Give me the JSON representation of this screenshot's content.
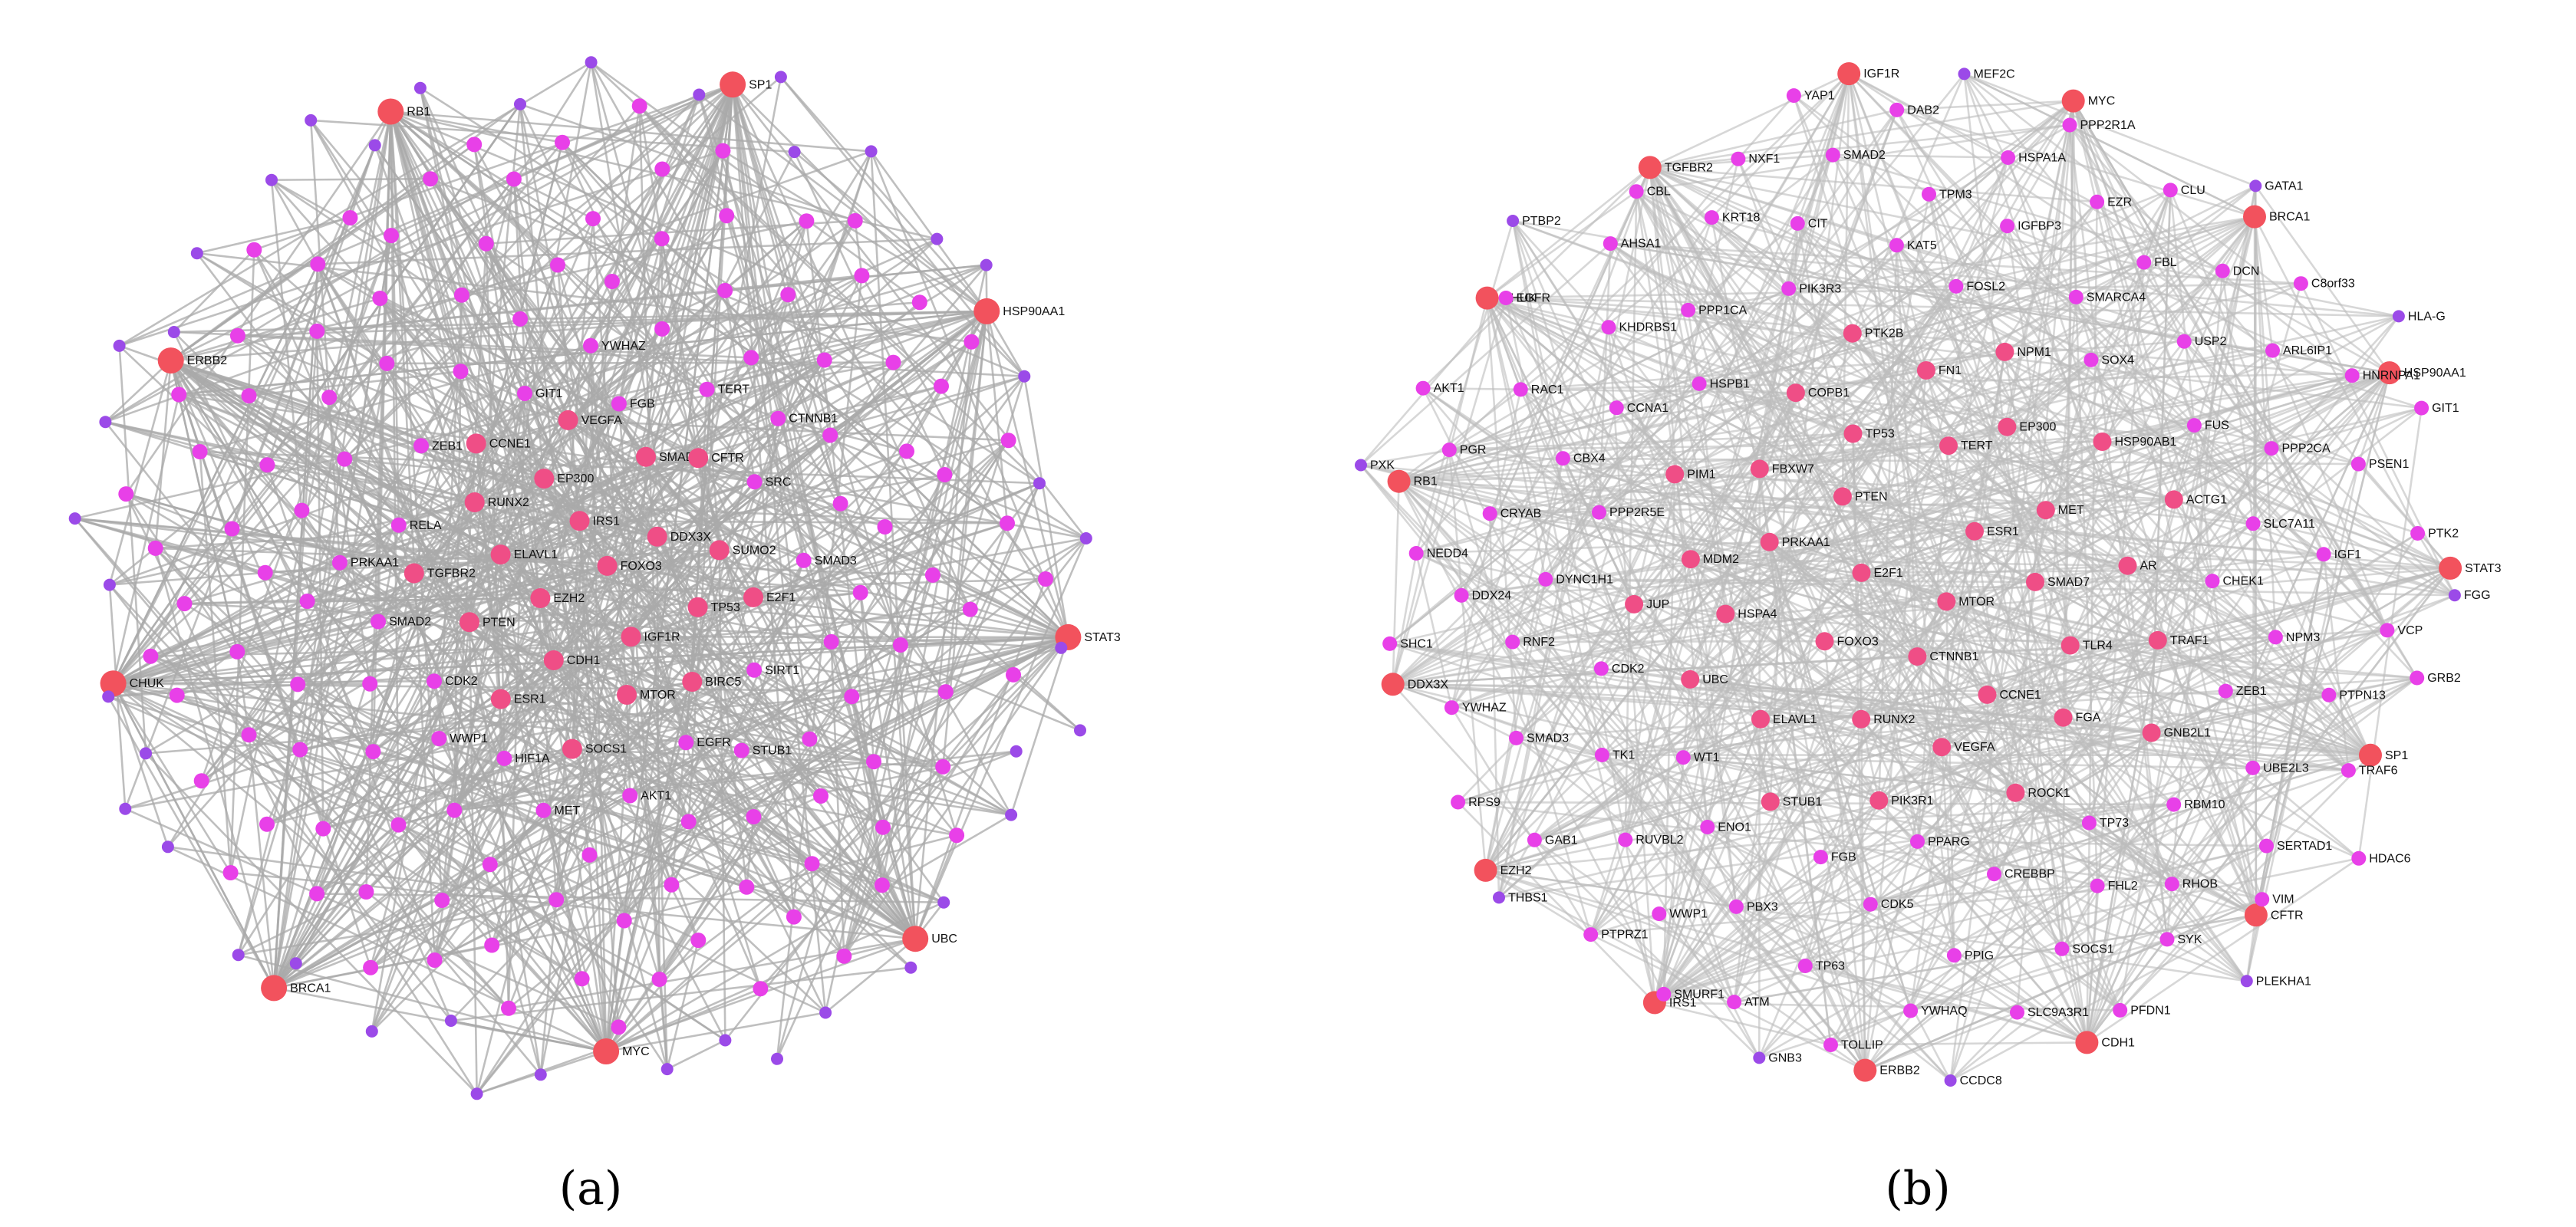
{
  "panels": [
    {
      "caption": "(a)",
      "node_colors": {
        "large": "#f2525d",
        "mid": "#ef4e86",
        "small": "#e840e8",
        "tiny": "#9b4ae8"
      },
      "labeled": [
        {
          "label": "SP1",
          "size": "large"
        },
        {
          "label": "HSP90AA1",
          "size": "large"
        },
        {
          "label": "STAT3",
          "size": "large"
        },
        {
          "label": "UBC",
          "size": "large"
        },
        {
          "label": "MYC",
          "size": "large"
        },
        {
          "label": "BRCA1",
          "size": "large"
        },
        {
          "label": "CHUK",
          "size": "large"
        },
        {
          "label": "ERBB2",
          "size": "large"
        },
        {
          "label": "RB1",
          "size": "large"
        },
        {
          "label": "FOXO3",
          "size": "mid"
        },
        {
          "label": "EZH2",
          "size": "mid"
        },
        {
          "label": "IRS1",
          "size": "mid"
        },
        {
          "label": "IGF1R",
          "size": "mid"
        },
        {
          "label": "ELAVL1",
          "size": "mid"
        },
        {
          "label": "DDX3X",
          "size": "mid"
        },
        {
          "label": "CDH1",
          "size": "mid"
        },
        {
          "label": "EP300",
          "size": "mid"
        },
        {
          "label": "TP53",
          "size": "mid"
        },
        {
          "label": "PTEN",
          "size": "mid"
        },
        {
          "label": "SMAD7",
          "size": "mid"
        },
        {
          "label": "MTOR",
          "size": "mid"
        },
        {
          "label": "RUNX2",
          "size": "mid"
        },
        {
          "label": "SUMO2",
          "size": "mid"
        },
        {
          "label": "ESR1",
          "size": "mid"
        },
        {
          "label": "VEGFA",
          "size": "mid"
        },
        {
          "label": "BIRC5",
          "size": "mid"
        },
        {
          "label": "TGFBR2",
          "size": "mid"
        },
        {
          "label": "CFTR",
          "size": "mid"
        },
        {
          "label": "SOCS1",
          "size": "mid"
        },
        {
          "label": "CCNE1",
          "size": "mid"
        },
        {
          "label": "E2F1",
          "size": "mid"
        },
        {
          "label": "CDK2",
          "size": "small"
        },
        {
          "label": "FGB",
          "size": "small"
        },
        {
          "label": "EGFR",
          "size": "small"
        },
        {
          "label": "RELA",
          "size": "small"
        },
        {
          "label": "SRC",
          "size": "small"
        },
        {
          "label": "HIF1A",
          "size": "small"
        },
        {
          "label": "GIT1",
          "size": "small"
        },
        {
          "label": "SIRT1",
          "size": "small"
        },
        {
          "label": "SMAD2",
          "size": "small"
        },
        {
          "label": "TERT",
          "size": "small"
        },
        {
          "label": "AKT1",
          "size": "small"
        },
        {
          "label": "ZEB1",
          "size": "small"
        },
        {
          "label": "SMAD3",
          "size": "small"
        },
        {
          "label": "WWP1",
          "size": "small"
        },
        {
          "label": "YWHAZ",
          "size": "small"
        },
        {
          "label": "STUB1",
          "size": "small"
        },
        {
          "label": "PRKAA1",
          "size": "small"
        },
        {
          "label": "CTNNB1",
          "size": "small"
        },
        {
          "label": "MET",
          "size": "small"
        }
      ],
      "unlabeled_count": 150
    },
    {
      "caption": "(b)",
      "node_colors": {
        "large": "#f2525d",
        "mid": "#ef4e86",
        "small": "#e840e8",
        "tiny": "#9b4ae8"
      },
      "labeled": [
        {
          "label": "MYC",
          "size": "large"
        },
        {
          "label": "BRCA1",
          "size": "large"
        },
        {
          "label": "HSP90AA1",
          "size": "large"
        },
        {
          "label": "STAT3",
          "size": "large"
        },
        {
          "label": "SP1",
          "size": "large"
        },
        {
          "label": "CFTR",
          "size": "large"
        },
        {
          "label": "CDH1",
          "size": "large"
        },
        {
          "label": "ERBB2",
          "size": "large"
        },
        {
          "label": "IRS1",
          "size": "large"
        },
        {
          "label": "EZH2",
          "size": "large"
        },
        {
          "label": "DDX3X",
          "size": "large"
        },
        {
          "label": "RB1",
          "size": "large"
        },
        {
          "label": "CHUK",
          "size": "large"
        },
        {
          "label": "TGFBR2",
          "size": "large"
        },
        {
          "label": "IGF1R",
          "size": "large"
        },
        {
          "label": "MTOR",
          "size": "mid"
        },
        {
          "label": "E2F1",
          "size": "mid"
        },
        {
          "label": "ESR1",
          "size": "mid"
        },
        {
          "label": "CTNNB1",
          "size": "mid"
        },
        {
          "label": "PTEN",
          "size": "mid"
        },
        {
          "label": "SMAD7",
          "size": "mid"
        },
        {
          "label": "FOXO3",
          "size": "mid"
        },
        {
          "label": "TERT",
          "size": "mid"
        },
        {
          "label": "CCNE1",
          "size": "mid"
        },
        {
          "label": "PRKAA1",
          "size": "mid"
        },
        {
          "label": "MET",
          "size": "mid"
        },
        {
          "label": "RUNX2",
          "size": "mid"
        },
        {
          "label": "TP53",
          "size": "mid"
        },
        {
          "label": "TLR4",
          "size": "mid"
        },
        {
          "label": "HSPA4",
          "size": "mid"
        },
        {
          "label": "EP300",
          "size": "mid"
        },
        {
          "label": "VEGFA",
          "size": "mid"
        },
        {
          "label": "FBXW7",
          "size": "mid"
        },
        {
          "label": "AR",
          "size": "mid"
        },
        {
          "label": "ELAVL1",
          "size": "mid"
        },
        {
          "label": "FN1",
          "size": "mid"
        },
        {
          "label": "FGA",
          "size": "mid"
        },
        {
          "label": "MDM2",
          "size": "mid"
        },
        {
          "label": "HSP90AB1",
          "size": "mid"
        },
        {
          "label": "PIK3R1",
          "size": "mid"
        },
        {
          "label": "COPB1",
          "size": "mid"
        },
        {
          "label": "TRAF1",
          "size": "mid"
        },
        {
          "label": "UBC",
          "size": "mid"
        },
        {
          "label": "NPM1",
          "size": "mid"
        },
        {
          "label": "ROCK1",
          "size": "mid"
        },
        {
          "label": "PIM1",
          "size": "mid"
        },
        {
          "label": "ACTG1",
          "size": "mid"
        },
        {
          "label": "STUB1",
          "size": "mid"
        },
        {
          "label": "PTK2B",
          "size": "mid"
        },
        {
          "label": "GNB2L1",
          "size": "mid"
        },
        {
          "label": "JUP",
          "size": "mid"
        },
        {
          "label": "SOX4",
          "size": "small"
        },
        {
          "label": "PPARG",
          "size": "small"
        },
        {
          "label": "GATA1",
          "size": "tiny"
        },
        {
          "label": "HSPB1",
          "size": "small"
        },
        {
          "label": "CHEK1",
          "size": "small"
        },
        {
          "label": "WT1",
          "size": "small"
        },
        {
          "label": "FOSL2",
          "size": "small"
        },
        {
          "label": "TP73",
          "size": "small"
        },
        {
          "label": "PPP2R5E",
          "size": "small"
        },
        {
          "label": "FUS",
          "size": "small"
        },
        {
          "label": "FGB",
          "size": "small"
        },
        {
          "label": "PIK3R3",
          "size": "small"
        },
        {
          "label": "ZEB1",
          "size": "small"
        },
        {
          "label": "CDK2",
          "size": "small"
        },
        {
          "label": "SMARCA4",
          "size": "small"
        },
        {
          "label": "CREBBP",
          "size": "small"
        },
        {
          "label": "CCNA1",
          "size": "small"
        },
        {
          "label": "SLC7A11",
          "size": "small"
        },
        {
          "label": "CCDC8",
          "size": "tiny"
        },
        {
          "label": "ENO1",
          "size": "small"
        },
        {
          "label": "KAT5",
          "size": "small"
        },
        {
          "label": "RBM10",
          "size": "small"
        },
        {
          "label": "DYNC1H1",
          "size": "small"
        },
        {
          "label": "USP2",
          "size": "small"
        },
        {
          "label": "CDK5",
          "size": "small"
        },
        {
          "label": "PPP1CA",
          "size": "small"
        },
        {
          "label": "PTBP2",
          "size": "tiny"
        },
        {
          "label": "NPM3",
          "size": "small"
        },
        {
          "label": "TK1",
          "size": "small"
        },
        {
          "label": "IGFBP3",
          "size": "small"
        },
        {
          "label": "FHL2",
          "size": "small"
        },
        {
          "label": "FGG",
          "size": "tiny"
        },
        {
          "label": "CBX4",
          "size": "small"
        },
        {
          "label": "THBS1",
          "size": "tiny"
        },
        {
          "label": "PPP2CA",
          "size": "small"
        },
        {
          "label": "PBX3",
          "size": "small"
        },
        {
          "label": "CIT",
          "size": "small"
        },
        {
          "label": "UBE2L3",
          "size": "small"
        },
        {
          "label": "RNF2",
          "size": "small"
        },
        {
          "label": "FBL",
          "size": "small"
        },
        {
          "label": "PPIG",
          "size": "small"
        },
        {
          "label": "KHDRBS1",
          "size": "small"
        },
        {
          "label": "IGF1",
          "size": "small"
        },
        {
          "label": "RUVBL2",
          "size": "small"
        },
        {
          "label": "TPM3",
          "size": "small"
        },
        {
          "label": "RHOB",
          "size": "small"
        },
        {
          "label": "CRYAB",
          "size": "small"
        },
        {
          "label": "ARL6IP1",
          "size": "small"
        },
        {
          "label": "TP63",
          "size": "small"
        },
        {
          "label": "MEF2C",
          "size": "tiny"
        },
        {
          "label": "PLEKHA1",
          "size": "tiny"
        },
        {
          "label": "KRT18",
          "size": "small"
        },
        {
          "label": "PTPN13",
          "size": "small"
        },
        {
          "label": "SMAD3",
          "size": "small"
        },
        {
          "label": "EZR",
          "size": "small"
        },
        {
          "label": "SOCS1",
          "size": "small"
        },
        {
          "label": "RAC1",
          "size": "small"
        },
        {
          "label": "PSEN1",
          "size": "small"
        },
        {
          "label": "WWP1",
          "size": "small"
        },
        {
          "label": "SMAD2",
          "size": "small"
        },
        {
          "label": "SERTAD1",
          "size": "small"
        },
        {
          "label": "PXK",
          "size": "tiny"
        },
        {
          "label": "DDX24",
          "size": "small"
        },
        {
          "label": "DCN",
          "size": "small"
        },
        {
          "label": "YWHAQ",
          "size": "small"
        },
        {
          "label": "AHSA1",
          "size": "small"
        },
        {
          "label": "VCP",
          "size": "small"
        },
        {
          "label": "GAB1",
          "size": "small"
        },
        {
          "label": "HSPA1A",
          "size": "small"
        },
        {
          "label": "SYK",
          "size": "small"
        },
        {
          "label": "PGR",
          "size": "small"
        },
        {
          "label": "HNRNPA1",
          "size": "small"
        },
        {
          "label": "HLA-G",
          "size": "tiny"
        },
        {
          "label": "ATM",
          "size": "small"
        },
        {
          "label": "NXF1",
          "size": "small"
        },
        {
          "label": "TRAF6",
          "size": "small"
        },
        {
          "label": "YWHAZ",
          "size": "small"
        },
        {
          "label": "CLU",
          "size": "small"
        },
        {
          "label": "SLC9A3R1",
          "size": "small"
        },
        {
          "label": "EGFR",
          "size": "small"
        },
        {
          "label": "PTK2",
          "size": "small"
        },
        {
          "label": "PTPRZ1",
          "size": "small"
        },
        {
          "label": "DAB2",
          "size": "small"
        },
        {
          "label": "GNB3",
          "size": "tiny"
        },
        {
          "label": "VIM",
          "size": "small"
        },
        {
          "label": "NEDD4",
          "size": "small"
        },
        {
          "label": "C8orf33",
          "size": "small"
        },
        {
          "label": "TOLLIP",
          "size": "small"
        },
        {
          "label": "CBL",
          "size": "small"
        },
        {
          "label": "GRB2",
          "size": "small"
        },
        {
          "label": "RPS9",
          "size": "small"
        },
        {
          "label": "PPP2R1A",
          "size": "small"
        },
        {
          "label": "PFDN1",
          "size": "small"
        },
        {
          "label": "AKT1",
          "size": "small"
        },
        {
          "label": "GIT1",
          "size": "small"
        },
        {
          "label": "SMURF1",
          "size": "small"
        },
        {
          "label": "YAP1",
          "size": "small"
        },
        {
          "label": "HDAC6",
          "size": "small"
        },
        {
          "label": "SHC1",
          "size": "small"
        }
      ],
      "unlabeled_count": 0
    }
  ]
}
